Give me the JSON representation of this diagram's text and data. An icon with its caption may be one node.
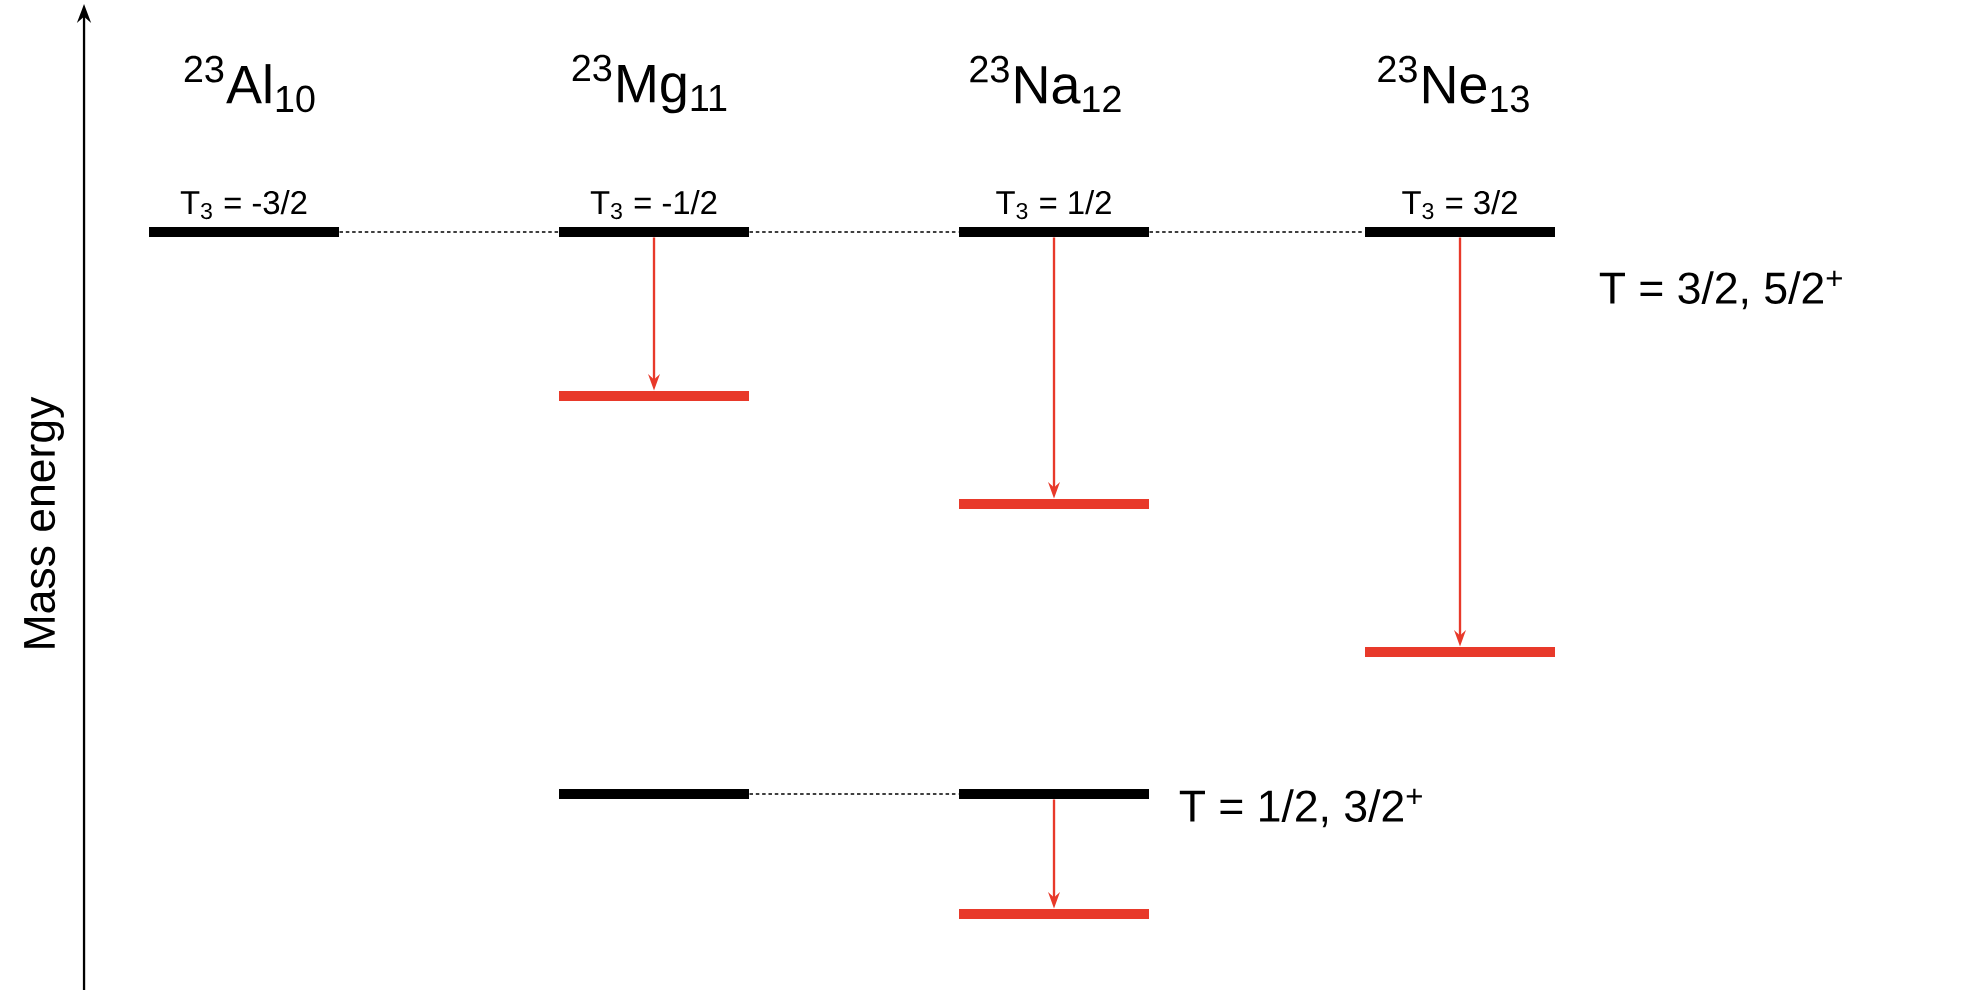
{
  "diagram": {
    "nodes": [
      {
        "text": [
          "T$_{3}$ = -3/2"
        ]
      },
      {
        "text": [
          "T$_{3}$ = -1/2"
        ]
      },
      {
        "text": [
          "T$_{3}$ = 1/2"
        ]
      },
      {
        "text": [
          "T$_{3}$ = 3/2"
        ],
        "beside": [
          "T = 3/2, 5/2$^{+}$"
        ]
      },
      {
        "text": [],
        "shape": "bar"
      },
      {
        "text": [],
        "shape": "bar"
      },
      {
        "text": [],
        "shape": "bar"
      },
      {
        "text": [],
        "shape": "bar"
      },
      {
        "text": [],
        "shape": "bar",
        "beside": [
          "T = 1/2, 3/2$^{+}$"
        ]
      },
      {
        "text": [],
        "shape": "bar"
      }
    ],
    "edges": [
      {
        "from": 0,
        "to": 1,
        "arrow": "none",
        "style": "dashed",
        "color": "#000000"
      },
      {
        "from": 1,
        "to": 2,
        "arrow": "none",
        "style": "dashed",
        "color": "#000000"
      },
      {
        "from": 2,
        "to": 3,
        "arrow": "none",
        "style": "dashed",
        "color": "#000000"
      },
      {
        "from": 1,
        "to": 4,
        "arrow": "to",
        "color": "#e8392a"
      },
      {
        "from": 2,
        "to": 5,
        "arrow": "to",
        "color": "#e8392a"
      },
      {
        "from": 3,
        "to": 6,
        "arrow": "to",
        "color": "#e8392a"
      },
      {
        "from": 7,
        "to": 8,
        "arrow": "none",
        "style": "dashed",
        "color": "#000000"
      },
      {
        "from": 8,
        "to": 9,
        "arrow": "to",
        "color": "#e8392a"
      }
    ],
    "labels": [
      "$^{23}$Al$_{10}$",
      "$^{23}$Mg$_{11}$",
      "$^{23}$Na$_{12}$",
      "$^{23}$Ne$_{13}$",
      "Mass energy"
    ]
  }
}
